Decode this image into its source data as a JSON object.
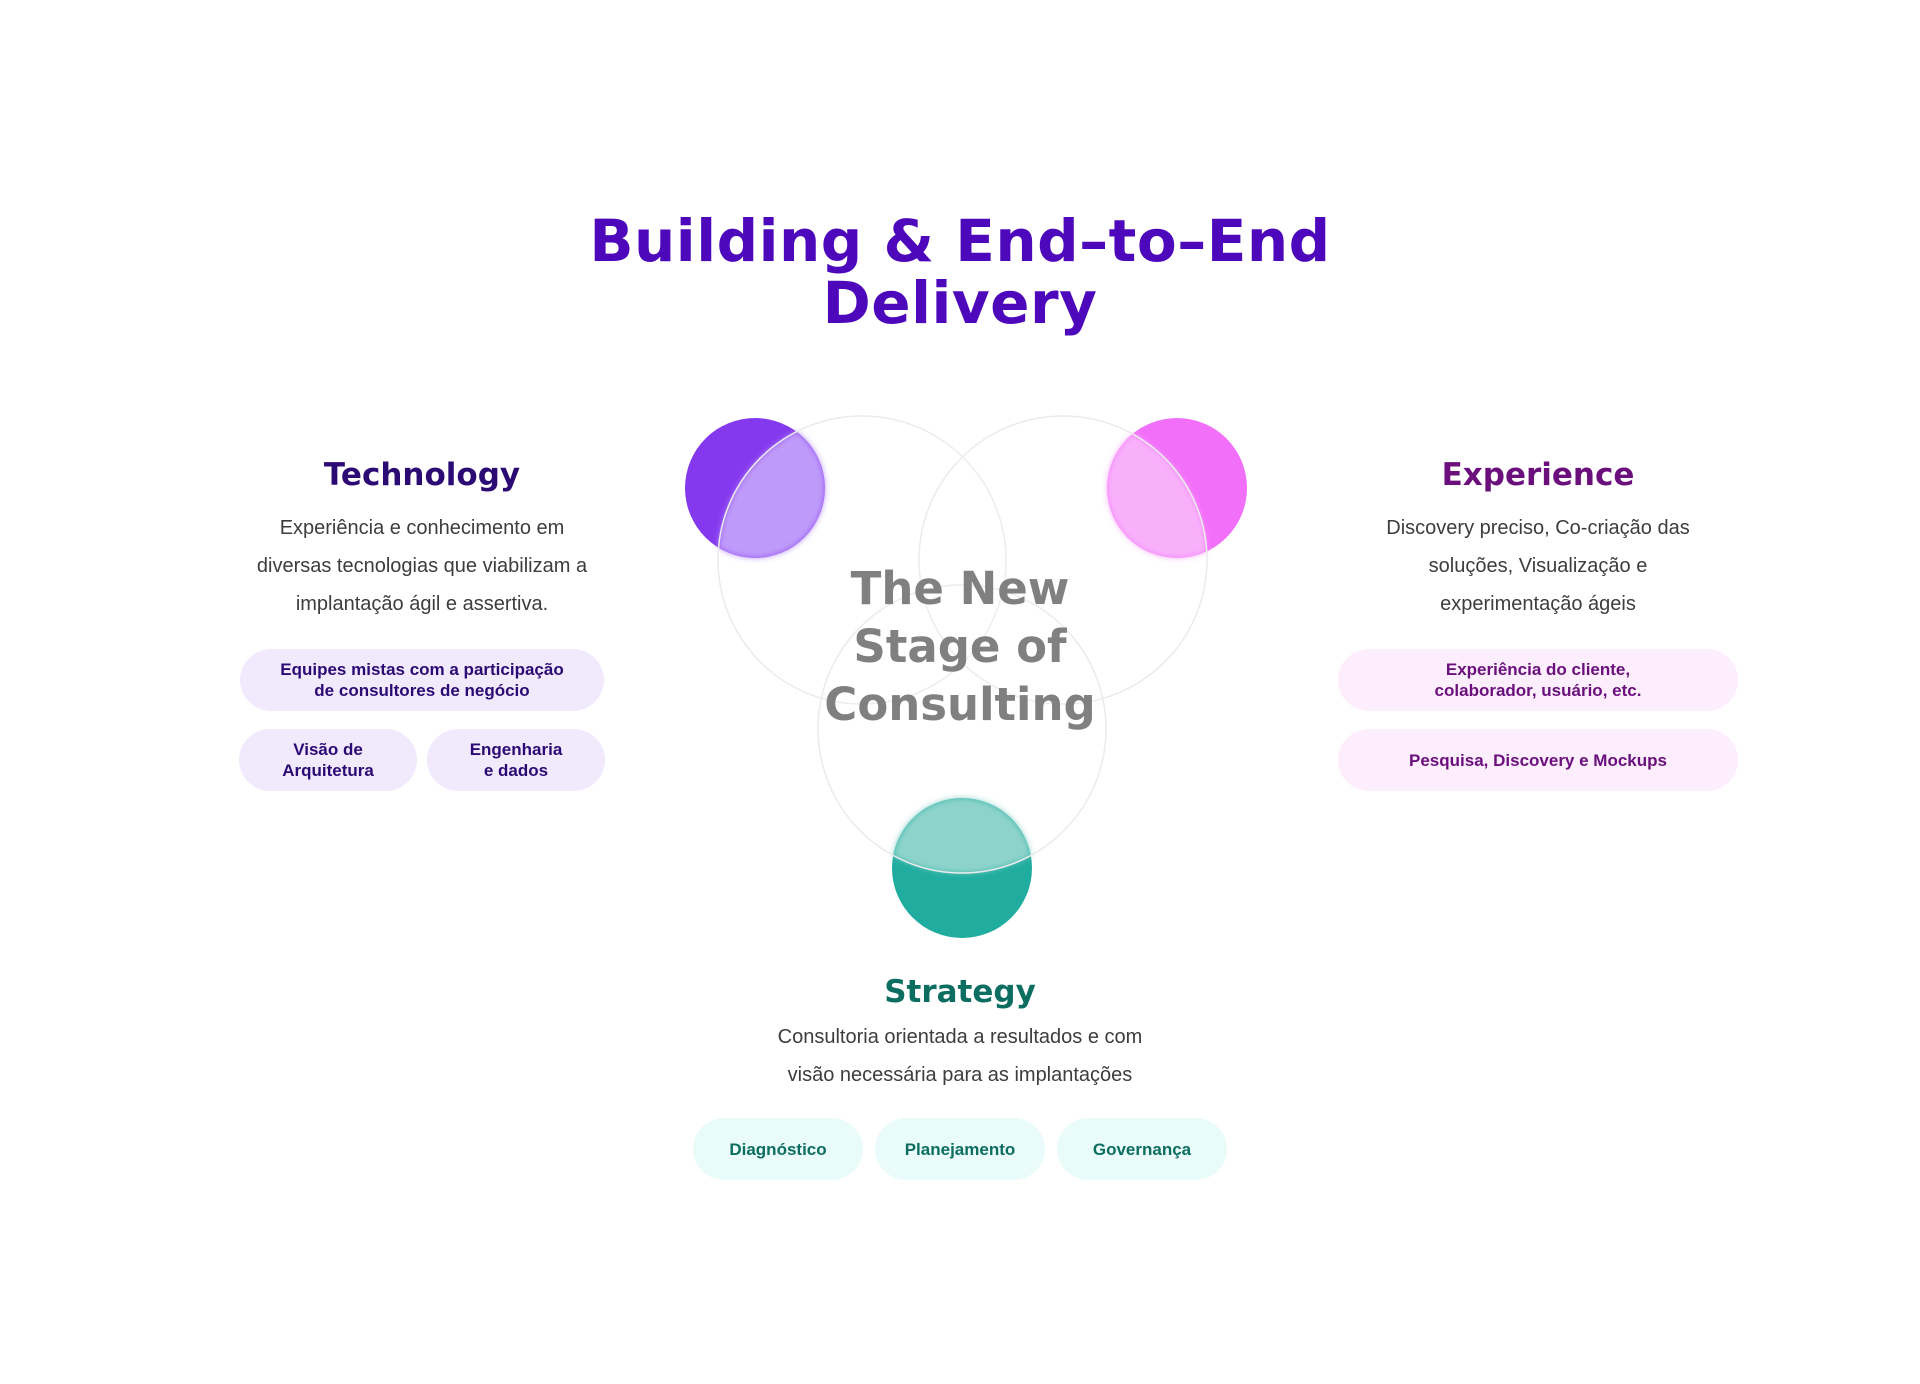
{
  "title": {
    "line1": "Building & End–to–End",
    "line2": "Delivery"
  },
  "center": {
    "line1": "The New",
    "line2": "Stage of",
    "line3": "Consulting"
  },
  "colors": {
    "title": "#4d08bb",
    "technology": "#2c0a74",
    "experience": "#6a0f7c",
    "strategy": "#0c6d61",
    "technology_dot": "#8539ef",
    "experience_dot": "#f26ffa",
    "strategy_dot": "#20ad9f"
  },
  "technology": {
    "title": "Technology",
    "desc1": "Experiência e conhecimento em",
    "desc2": "diversas tecnologias que viabilizam a",
    "desc3": "implantação ágil e assertiva.",
    "chips": [
      "Equipes mistas com a participação\nde consultores de negócio",
      "Visão de\nArquitetura",
      "Engenharia\ne dados"
    ]
  },
  "experience": {
    "title": "Experience",
    "desc1": "Discovery preciso, Co-criação das",
    "desc2": "soluções, Visualização e",
    "desc3": "experimentação ágeis",
    "chips": [
      "Experiência do cliente,\ncolaborador, usuário, etc.",
      "Pesquisa, Discovery e Mockups"
    ]
  },
  "strategy": {
    "title": "Strategy",
    "desc1": "Consultoria orientada a resultados e com",
    "desc2": "visão necessária para as implantações",
    "chips": [
      "Diagnóstico",
      "Planejamento",
      "Governança"
    ]
  }
}
